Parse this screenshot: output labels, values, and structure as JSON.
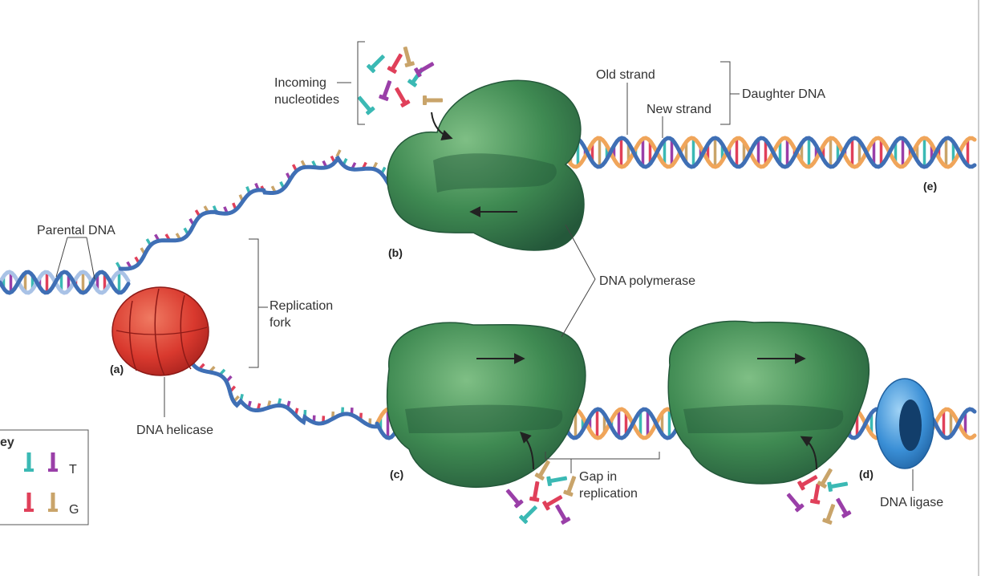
{
  "labels": {
    "parental_dna": "Parental DNA",
    "replication_fork_1": "Replication",
    "replication_fork_2": "fork",
    "dna_helicase": "DNA helicase",
    "incoming_nucleotides_1": "Incoming",
    "incoming_nucleotides_2": "nucleotides",
    "old_strand": "Old strand",
    "new_strand": "New strand",
    "daughter_dna": "Daughter DNA",
    "dna_polymerase": "DNA polymerase",
    "gap_1": "Gap in",
    "gap_2": "replication",
    "dna_ligase": "DNA ligase"
  },
  "parts": {
    "a": "(a)",
    "b": "(b)",
    "c": "(c)",
    "d": "(d)",
    "e": "(e)"
  },
  "key": {
    "title": "ey",
    "items": [
      {
        "letter": "",
        "color": "#3bb9b4"
      },
      {
        "letter": "T",
        "color": "#9a3fa8"
      },
      {
        "letter": "",
        "color": "#e0405a"
      },
      {
        "letter": "G",
        "color": "#c9a46a"
      }
    ]
  },
  "colors": {
    "strand_blue": "#3f6fb5",
    "strand_light": "#a9c2e6",
    "strand_orange": "#f0a55a",
    "polymerase": "#3f8a52",
    "polymerase_dark": "#2b6b3c",
    "helicase": "#d9392e",
    "ligase": "#3a8fd6",
    "nuc_A": "#3bb9b4",
    "nuc_T": "#9a3fa8",
    "nuc_C": "#e0405a",
    "nuc_G": "#c9a46a"
  }
}
